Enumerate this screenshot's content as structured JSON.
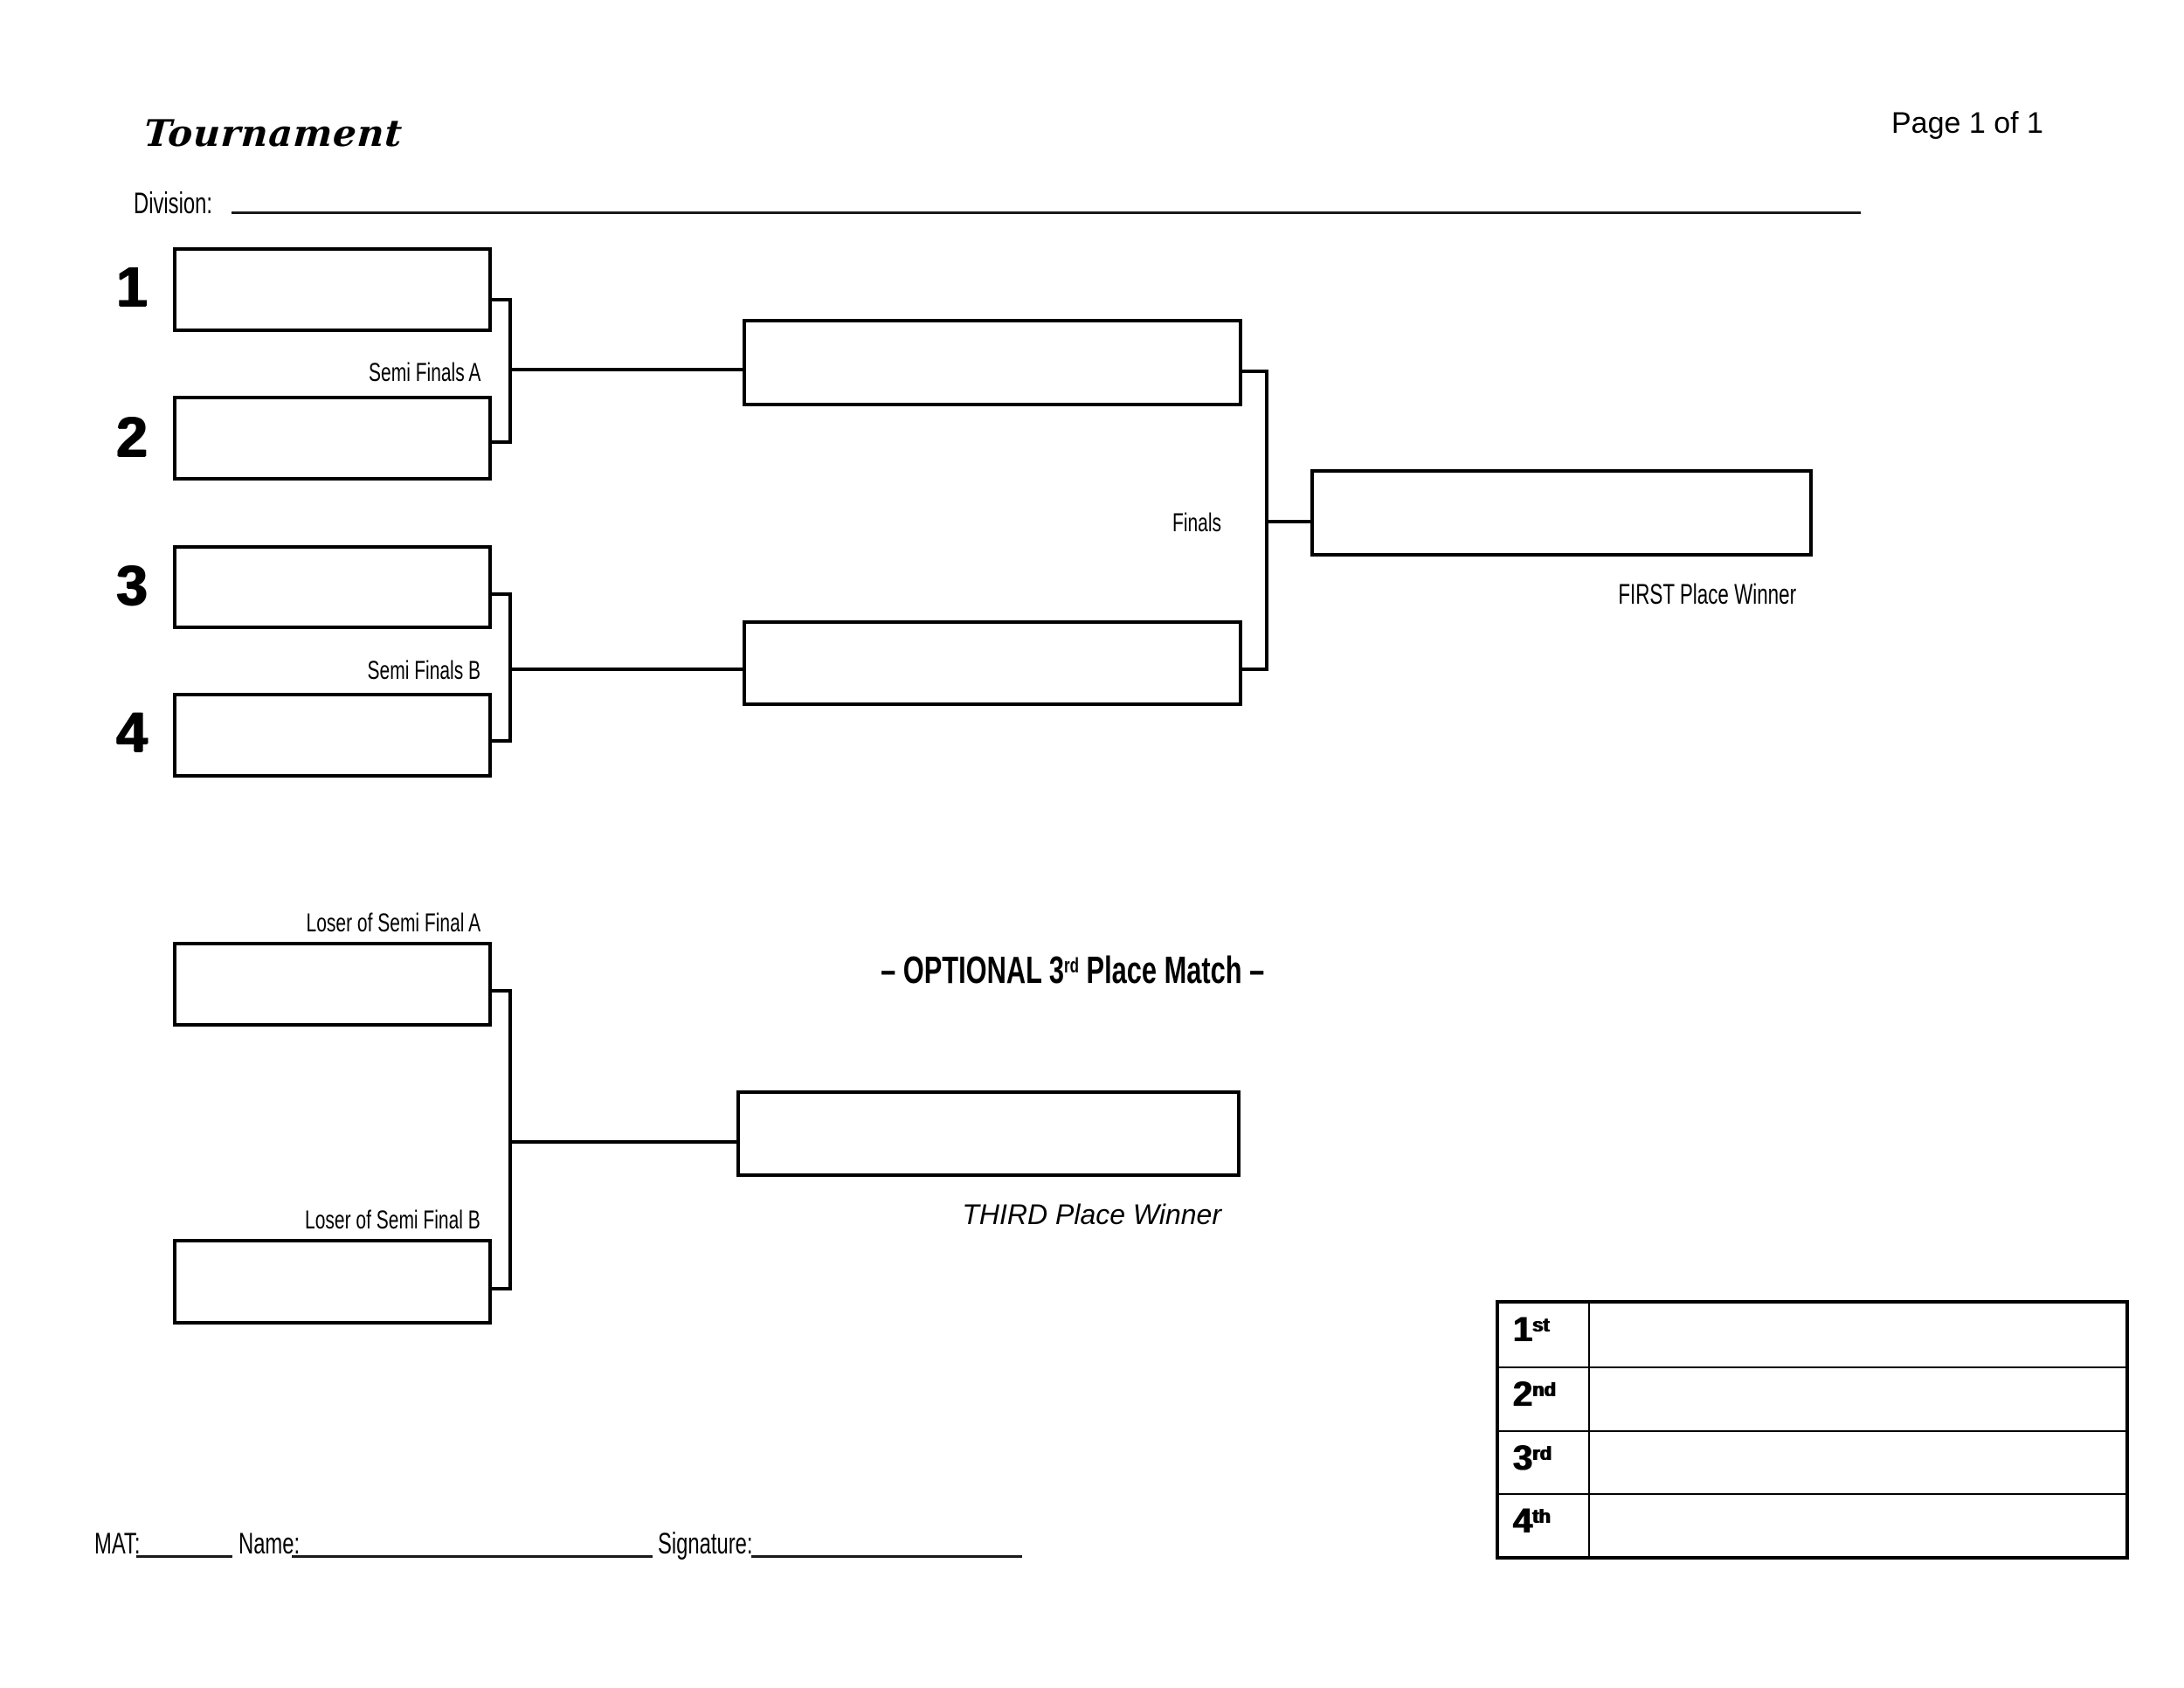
{
  "header": {
    "title": "Tournament",
    "page_indicator": "Page 1 of 1",
    "division_label": "Division:"
  },
  "bracket": {
    "seeds": [
      "1",
      "2",
      "3",
      "4"
    ],
    "semi_a_label": "Semi Finals A",
    "semi_b_label": "Semi Finals B",
    "finals_label": "Finals",
    "first_place_label": "FIRST Place Winner"
  },
  "consolation": {
    "loser_a_label": "Loser of Semi Final A",
    "loser_b_label": "Loser of Semi Final B",
    "heading_prefix": "– OPTIONAL 3",
    "heading_sup": "rd",
    "heading_suffix": " Place Match –",
    "third_place_label": "THIRD Place Winner"
  },
  "footer": {
    "mat_label": "MAT:",
    "name_label": "Name:",
    "signature_label": "Signature:"
  },
  "placements": {
    "rows": [
      {
        "rank": "1",
        "suffix": "st",
        "name": ""
      },
      {
        "rank": "2",
        "suffix": "nd",
        "name": ""
      },
      {
        "rank": "3",
        "suffix": "rd",
        "name": ""
      },
      {
        "rank": "4",
        "suffix": "th",
        "name": ""
      }
    ]
  }
}
